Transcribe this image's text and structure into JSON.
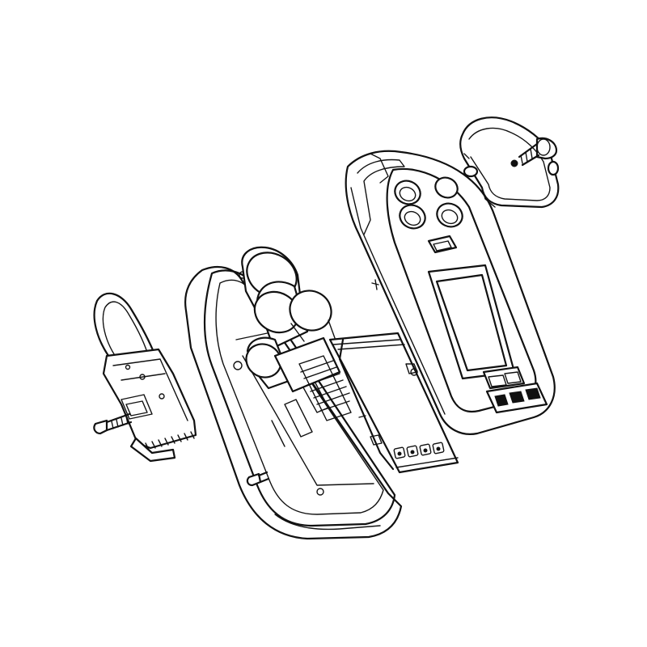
{
  "diagram": {
    "kind": "exploded-view line drawing",
    "parts": [
      "belt-clip-assembly",
      "clip-screw",
      "rear-housing",
      "housing-screw",
      "sensor-module",
      "battery-pack",
      "front-housing",
      "sensor-cap",
      "cap-screw"
    ],
    "colors": {
      "line": "#111111",
      "background": "#ffffff"
    }
  }
}
